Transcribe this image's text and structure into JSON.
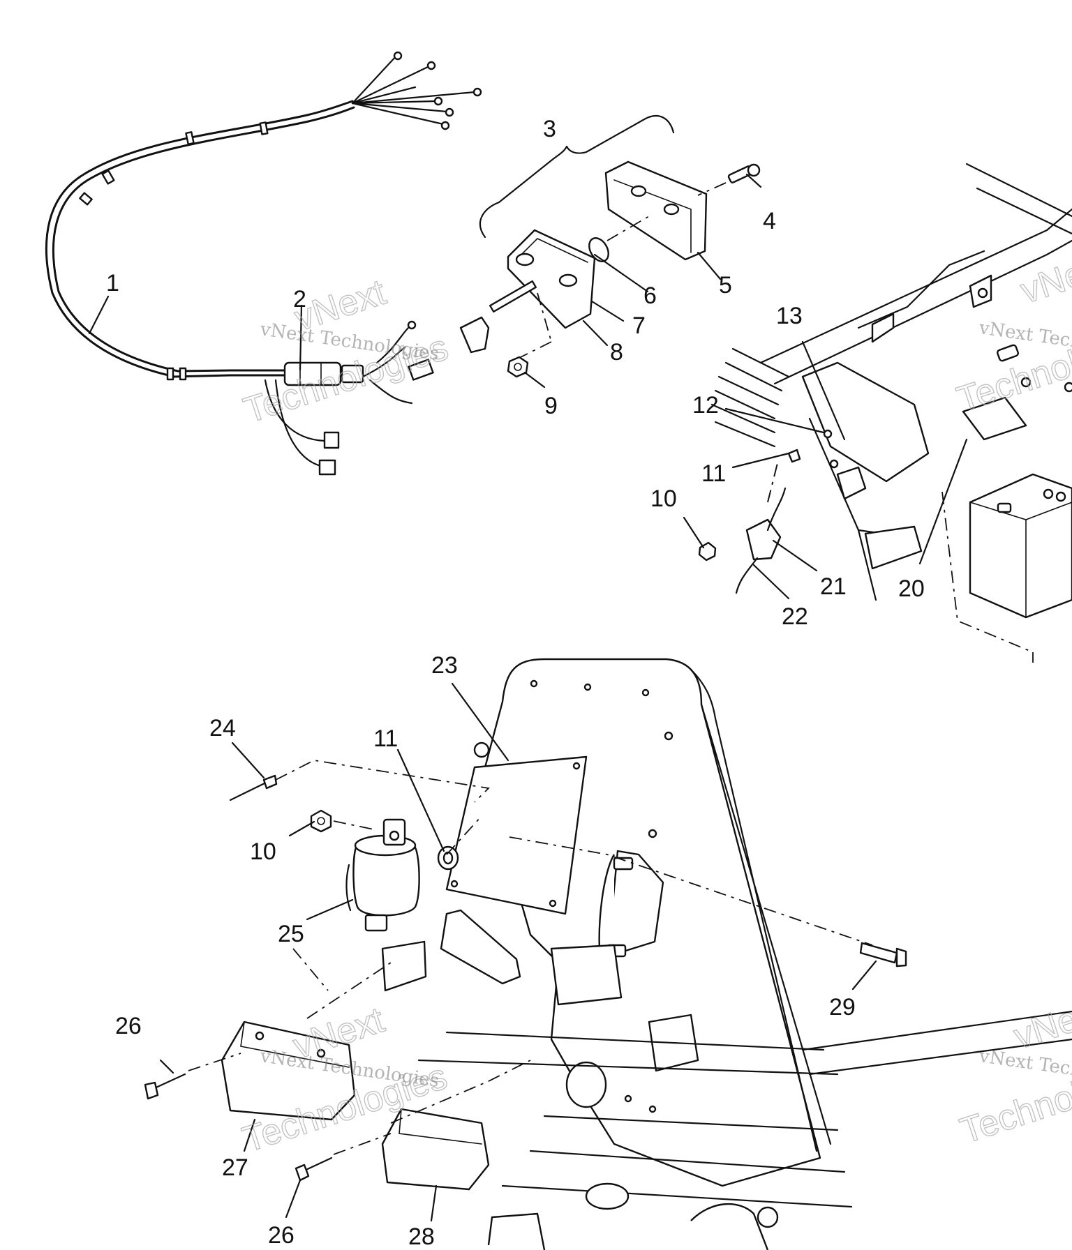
{
  "callouts": {
    "c1": "1",
    "c2": "2",
    "c3": "3",
    "c4": "4",
    "c5": "5",
    "c6": "6",
    "c7": "7",
    "c8": "8",
    "c9": "9",
    "c10a": "10",
    "c11a": "11",
    "c12": "12",
    "c13": "13",
    "c20": "20",
    "c21": "21",
    "c22": "22",
    "c23": "23",
    "c24": "24",
    "c10b": "10",
    "c11b": "11",
    "c25": "25",
    "c26a": "26",
    "c27": "27",
    "c29": "29",
    "c26b": "26",
    "c28": "28"
  },
  "watermark": {
    "brand_top": "vNext",
    "brand_name": "vNext Technologies",
    "brand_bottom": "Technologies"
  }
}
